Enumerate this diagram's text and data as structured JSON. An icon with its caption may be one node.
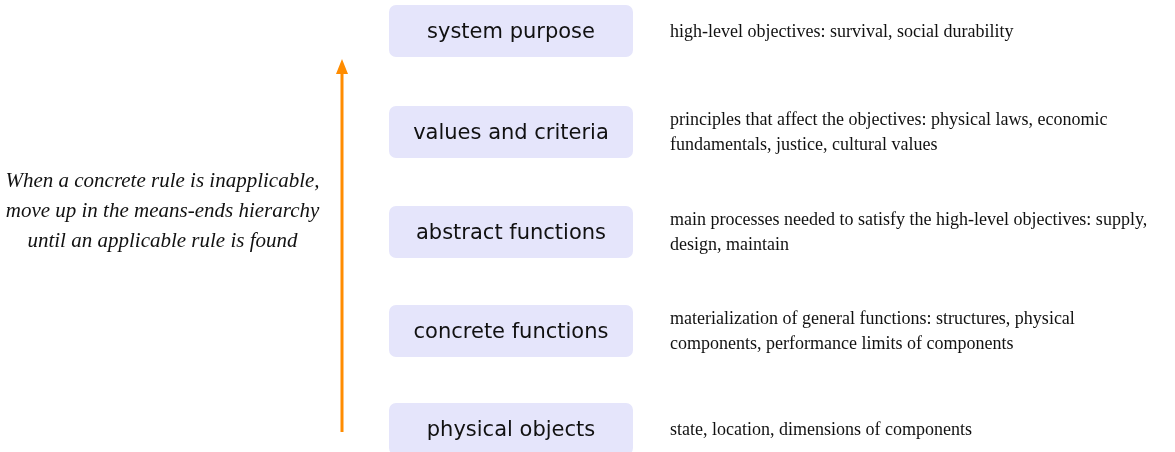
{
  "diagram": {
    "nodes": [
      {
        "text": [
          "system purpose"
        ],
        "beside": [
          "high-level objectives: survival, social durability"
        ]
      },
      {
        "text": [
          "values and criteria"
        ],
        "beside": [
          "principles that affect the objectives: physical laws, economic fundamentals, justice, cultural values"
        ]
      },
      {
        "text": [
          "abstract functions"
        ],
        "beside": [
          "main processes needed to satisfy the high-level objectives: supply, design, maintain"
        ]
      },
      {
        "text": [
          "concrete functions"
        ],
        "beside": [
          "materialization of general functions: structures, physical components, performance limits of components"
        ]
      },
      {
        "text": [
          "physical objects"
        ],
        "beside": [
          "state, location, dimensions of components"
        ]
      }
    ],
    "labels": [
      "When a concrete rule is inapplicable, move up in the means-ends hierarchy until an applicable rule is found"
    ]
  }
}
